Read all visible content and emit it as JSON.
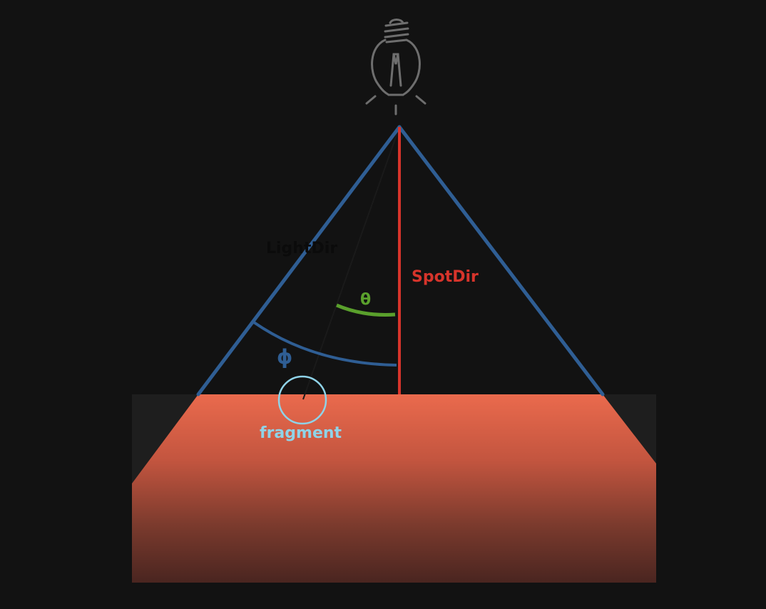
{
  "diagram": {
    "labels": {
      "light_dir": "LightDir",
      "spot_dir": "SpotDir",
      "theta": "θ",
      "phi": "ϕ",
      "fragment": "fragment"
    },
    "colors": {
      "background": "#121212",
      "cone_edges": "#2f5e94",
      "spot_dir": "#d7342b",
      "theta_arc": "#5aa02c",
      "phi_arc": "#2f5e94",
      "fragment": "#8fd3e8",
      "light_dir_text": "#0b0b0b",
      "bulb": "#6e6e6e",
      "floor_top": "#ea6a4d",
      "floor_bottom": "#4a2520",
      "floor_side": "#1e1e1e"
    },
    "icons": {
      "light_source": "light-bulb-icon"
    }
  }
}
